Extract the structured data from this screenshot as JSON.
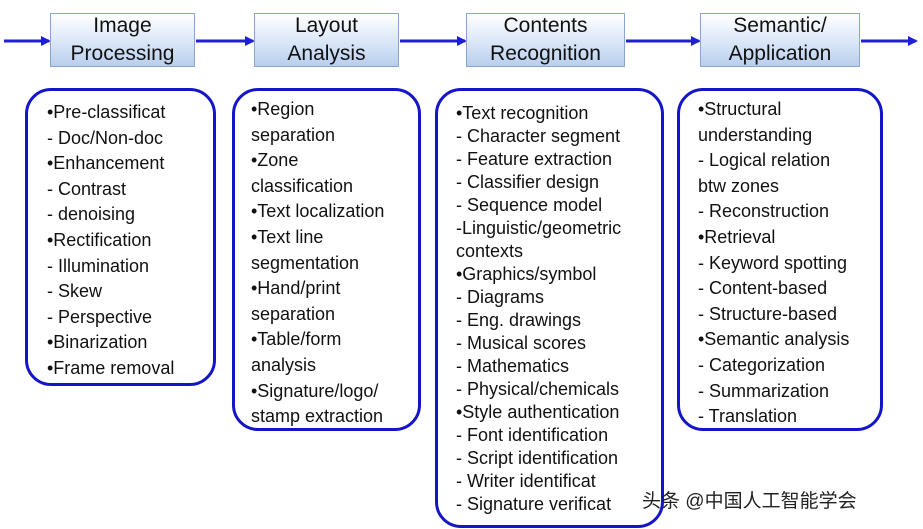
{
  "stages": [
    {
      "label": "Image\nProcessing"
    },
    {
      "label": "Layout\nAnalysis"
    },
    {
      "label": "Contents\nRecognition"
    },
    {
      "label": "Semantic/\nApplication"
    }
  ],
  "panels": [
    {
      "items": [
        "•Pre-classificat",
        "- Doc/Non-doc",
        "•Enhancement",
        "- Contrast",
        "- denoising",
        "•Rectification",
        "- Illumination",
        "- Skew",
        "- Perspective",
        "•Binarization",
        "•Frame removal"
      ]
    },
    {
      "items": [
        "•Region",
        "separation",
        "•Zone",
        "classification",
        "•Text localization",
        "•Text line",
        "segmentation",
        "•Hand/print",
        "separation",
        "•Table/form",
        "analysis",
        "•Signature/logo/",
        "stamp extraction"
      ]
    },
    {
      "items": [
        "•Text recognition",
        "- Character segment",
        "- Feature extraction",
        "- Classifier design",
        "- Sequence model",
        "-Linguistic/geometric",
        "contexts",
        "•Graphics/symbol",
        "- Diagrams",
        "- Eng. drawings",
        "- Musical scores",
        "- Mathematics",
        "- Physical/chemicals",
        "•Style authentication",
        "- Font identification",
        "- Script identification",
        "- Writer identificat",
        "- Signature verificat"
      ]
    },
    {
      "items": [
        "•Structural",
        "understanding",
        "- Logical relation",
        "btw zones",
        "- Reconstruction",
        "•Retrieval",
        "- Keyword spotting",
        "- Content-based",
        "- Structure-based",
        "•Semantic analysis",
        "- Categorization",
        "- Summarization",
        "- Translation"
      ]
    }
  ],
  "watermark": "头条 @中国人工智能学会",
  "colors": {
    "arrow": "#1f1fd6",
    "panel_border": "#1515c8"
  }
}
